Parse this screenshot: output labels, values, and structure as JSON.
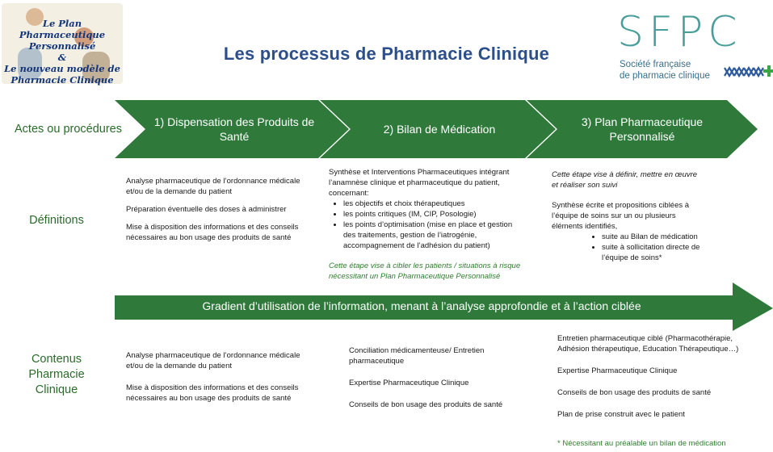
{
  "logo_left": {
    "lines": [
      "Le Plan Pharmaceutique",
      "Personnalisé",
      "&",
      "Le nouveau modèle de",
      "Pharmacie Clinique"
    ]
  },
  "title": "Les processus de Pharmacie Clinique",
  "sfpc": {
    "letters": "SFPC",
    "subtitle_lines": [
      "Société française",
      "de pharmacie clinique"
    ]
  },
  "rows": {
    "actes_label": "Actes ou procédures",
    "definitions_label": "Définitions",
    "contenus_label_lines": [
      "Contenus",
      "Pharmacie",
      "Clinique"
    ]
  },
  "steps": [
    {
      "label": "1) Dispensation des Produits de Santé"
    },
    {
      "label": "2) Bilan de Médication"
    },
    {
      "label": "3) Plan Pharmaceutique Personnalisé"
    }
  ],
  "colors": {
    "arrow_green": "#2f7a3b",
    "title_blue": "#2c4f8c",
    "sfpc_teal": "#4a9e9a",
    "note_green": "#2e7d2e"
  },
  "definitions": {
    "col1": [
      "Analyse pharmaceutique de l’ordonnance médicale et/ou de la demande du patient",
      "Préparation éventuelle des doses à administrer",
      "Mise à disposition des informations et des conseils nécessaires au bon usage des produits de santé"
    ],
    "col2": {
      "intro": "Synthèse et Interventions Pharmaceutiques intégrant l’anamnèse clinique et pharmaceutique du patient, concernant:",
      "bullets": [
        "les objectifs et choix thérapeutiques",
        "les points critiques (IM, CIP, Posologie)",
        "les points d’optimisation (mise en place et gestion des traitements, gestion de l’iatrogénie, accompagnement de l’adhésion du patient)"
      ],
      "note": "Cette étape vise à cibler les patients / situations à risque nécessitant un Plan Pharmaceutique Personnalisé"
    },
    "col3": {
      "intro": "Cette étape vise à définir, mettre en œuvre et réaliser son suivi",
      "text": "Synthèse écrite et propositions ciblées à l’équipe de soins sur un ou plusieurs éléments identifiés,",
      "bullets": [
        "suite au Bilan de médication",
        "suite à sollicitation directe de l’équipe de soins*"
      ]
    }
  },
  "gradient": "Gradient d’utilisation de l’information, menant à l’analyse approfondie et à l’action ciblée",
  "contenus": {
    "col1": [
      "Analyse pharmaceutique de l’ordonnance médicale et/ou de la demande du patient",
      "Mise à disposition des informations et des conseils nécessaires au bon usage des produits de santé"
    ],
    "col2": [
      "Conciliation médicamenteuse/ Entretien pharmaceutique",
      "Expertise Pharmaceutique Clinique",
      "Conseils de bon usage des produits de santé"
    ],
    "col3": [
      "Entretien pharmaceutique ciblé (Pharmacothérapie, Adhésion thérapeutique, Education Thérapeutique…)",
      "Expertise Pharmaceutique Clinique",
      "Conseils de bon usage des produits de santé",
      "Plan de prise construit avec le patient"
    ]
  },
  "footnote": "* Nécessitant au préalable un bilan de médication"
}
